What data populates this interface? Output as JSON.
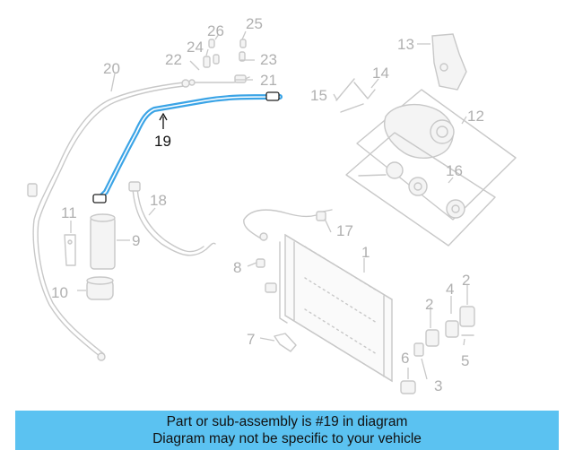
{
  "diagram": {
    "highlighted_part": "19",
    "highlight_color": "#3ba4e6",
    "callouts": [
      "1",
      "2",
      "2",
      "2",
      "3",
      "4",
      "5",
      "6",
      "7",
      "8",
      "9",
      "10",
      "11",
      "12",
      "13",
      "14",
      "15",
      "16",
      "17",
      "18",
      "19",
      "20",
      "21",
      "22",
      "23",
      "24",
      "25",
      "26"
    ]
  },
  "banner": {
    "line1": "Part or sub-assembly is #19 in diagram",
    "line2": "Diagram may not be specific to your vehicle",
    "background": "#5bc2f1"
  }
}
